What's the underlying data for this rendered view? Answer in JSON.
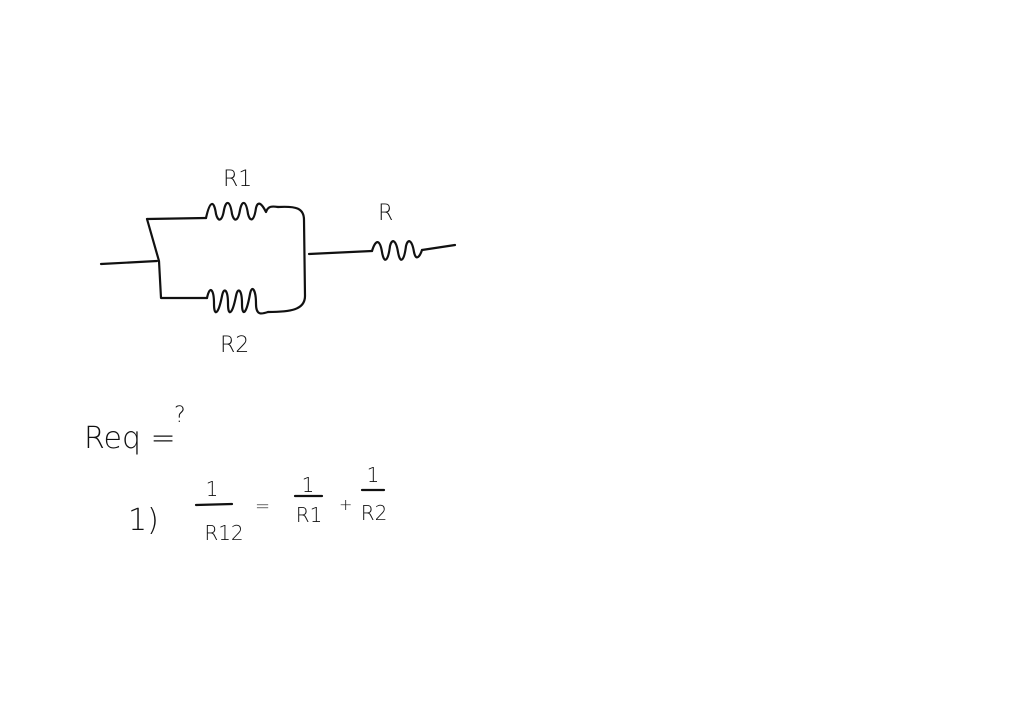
{
  "circuit": {
    "r1_label": "R1",
    "r2_label": "R2",
    "r_label": "R"
  },
  "notes": {
    "req": "Req =",
    "question": "?",
    "step": "1)",
    "lhs_num": "1",
    "lhs_den": "R12",
    "equals": "=",
    "t1_num": "1",
    "t1_den": "R1",
    "plus": "+",
    "t2_num": "1",
    "t2_den": "R2"
  }
}
